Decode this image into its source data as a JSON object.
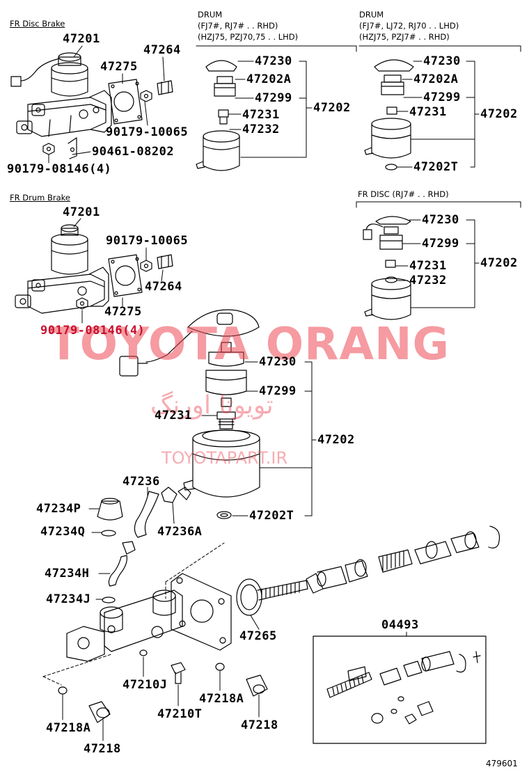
{
  "sections": {
    "fr_disc_brake": "FR Disc Brake",
    "fr_drum_brake": "FR Drum Brake",
    "drum_rhd_line1": "DRUM",
    "drum_rhd_line2": "(FJ7#, RJ7# . . RHD)",
    "drum_rhd_line3": "(HZJ75, PZJ70,75 . . LHD)",
    "drum_lhd_line1": "DRUM",
    "drum_lhd_line2": "(FJ7#, LJ72, RJ70 . . LHD)",
    "drum_lhd_line3": "(HZJ75, PZJ7# . . RHD)",
    "fr_disc_rj7": "FR DISC (RJ7# . . RHD)"
  },
  "parts": {
    "p47201a": "47201",
    "p47275a": "47275",
    "p47264a": "47264",
    "p90179_10065a": "90179-10065",
    "p90461_08202": "90461-08202",
    "p90179_08146a": "90179-08146(4)",
    "p47201b": "47201",
    "p90179_10065b": "90179-10065",
    "p47264b": "47264",
    "p47275b": "47275",
    "p90179_08146b": "90179-08146(4)",
    "d1_47230": "47230",
    "d1_47202A": "47202A",
    "d1_47299": "47299",
    "d1_47231": "47231",
    "d1_47232": "47232",
    "d1_47202": "47202",
    "d2_47230": "47230",
    "d2_47202A": "47202A",
    "d2_47299": "47299",
    "d2_47231": "47231",
    "d2_47202": "47202",
    "d2_47202T": "47202T",
    "d3_47230": "47230",
    "d3_47299": "47299",
    "d3_47231": "47231",
    "d3_47232": "47232",
    "d3_47202": "47202",
    "m_47230": "47230",
    "m_47299": "47299",
    "m_47231": "47231",
    "m_47202": "47202",
    "m_47202T": "47202T",
    "m_47236": "47236",
    "m_47236A": "47236A",
    "m_47234P": "47234P",
    "m_47234Q": "47234Q",
    "m_47234H": "47234H",
    "m_47234J": "47234J",
    "m_47265": "47265",
    "m_04493": "04493",
    "m_47210J": "47210J",
    "m_47210T": "47210T",
    "m_47218A_a": "47218A",
    "m_47218A_b": "47218A",
    "m_47218_a": "47218",
    "m_47218_b": "47218"
  },
  "watermark": {
    "main": "TOYOTA ORANG",
    "persian": "تویوتا اورنگ",
    "url": "TOYOTAPART.IR"
  },
  "diagram_code": "479601",
  "colors": {
    "ink": "#000000",
    "watermark": "#ec4854",
    "highlight_label": "#c8102e"
  }
}
